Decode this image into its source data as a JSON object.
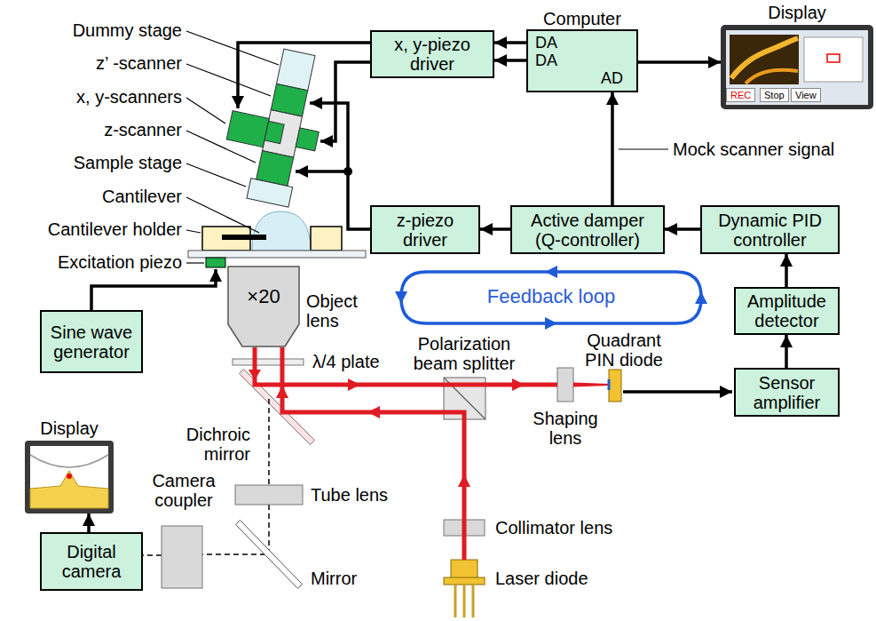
{
  "diagram": {
    "nodes": [
      {
        "text": [
          "x, y-piezo driver"
        ]
      },
      {
        "text": [
          "Computer",
          "DA",
          "DA",
          "AD"
        ]
      },
      {
        "text": [
          "Display",
          "REC",
          "Stop",
          "View"
        ]
      },
      {
        "text": [
          "z-piezo driver"
        ]
      },
      {
        "text": [
          "Active damper (Q-controller)"
        ]
      },
      {
        "text": [
          "Dynamic PID controller"
        ]
      },
      {
        "text": [
          "×20"
        ]
      },
      {
        "text": [
          "Amplitude detector"
        ]
      },
      {
        "text": [
          "Sine wave generator"
        ]
      },
      {
        "text": [
          "Sensor amplifier"
        ]
      },
      {
        "text": [
          "Display"
        ]
      },
      {
        "text": [
          "Digital camera"
        ]
      }
    ],
    "edges": [
      {
        "from": 1,
        "to": 0,
        "arrow": "to"
      },
      {
        "from": 1,
        "to": 0,
        "arrow": "to"
      },
      {
        "from": 1,
        "to": 2,
        "arrow": "to"
      },
      {
        "from": 4,
        "to": 1,
        "arrow": "to",
        "label": "Mock scanner signal"
      },
      {
        "from": 5,
        "to": 4,
        "arrow": "to"
      },
      {
        "from": 4,
        "to": 3,
        "arrow": "to"
      },
      {
        "from": 7,
        "to": 5,
        "arrow": "to"
      },
      {
        "from": 9,
        "to": 7,
        "arrow": "to"
      },
      {
        "from": 11,
        "to": 10,
        "arrow": "to"
      }
    ],
    "labels": [
      "Dummy stage",
      "z’ -scanner",
      "x, y-scanners",
      "z-scanner",
      "Sample stage",
      "Cantilever",
      "Cantilever holder",
      "Excitation piezo",
      "Object lens",
      "Feedback loop",
      "λ/4 plate",
      "Polarization beam splitter",
      "Quadrant PIN diode",
      "Shaping lens",
      "Dichroic mirror",
      "Tube lens",
      "Camera coupler",
      "Collimator lens",
      "Mirror",
      "Laser diode"
    ]
  }
}
